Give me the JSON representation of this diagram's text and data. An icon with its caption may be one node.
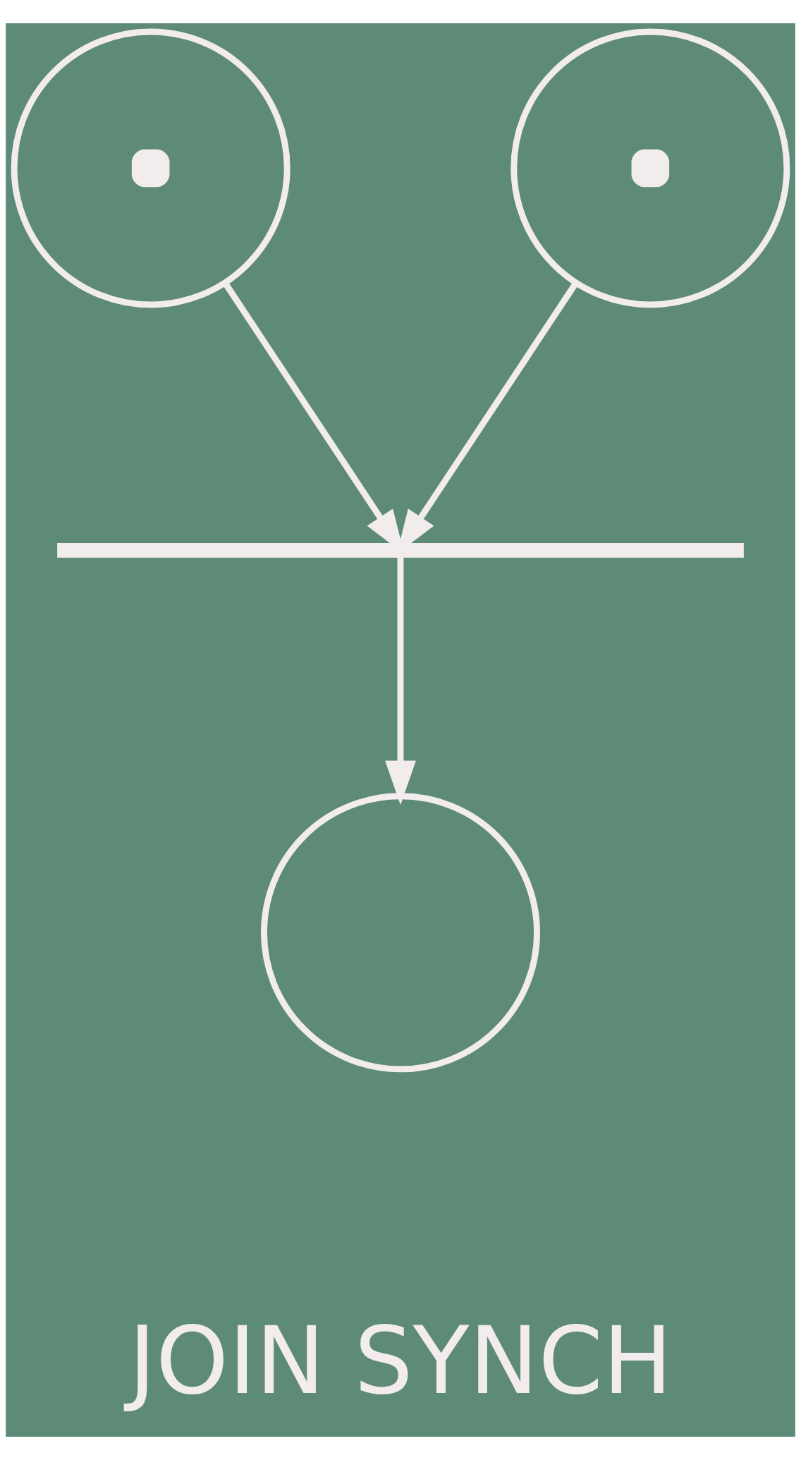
{
  "diagram": {
    "nodes": [
      {
        "text": [],
        "shape": "circle"
      },
      {
        "text": [],
        "shape": "circle"
      },
      {
        "text": [],
        "shape": "bar"
      },
      {
        "text": [],
        "shape": "circle"
      }
    ],
    "edges": [
      {
        "from": 0,
        "to": 2,
        "arrow": "to"
      },
      {
        "from": 1,
        "to": 2,
        "arrow": "to"
      },
      {
        "from": 2,
        "to": 3,
        "arrow": "to"
      }
    ],
    "labels": [
      "JOIN SYNCH"
    ]
  }
}
